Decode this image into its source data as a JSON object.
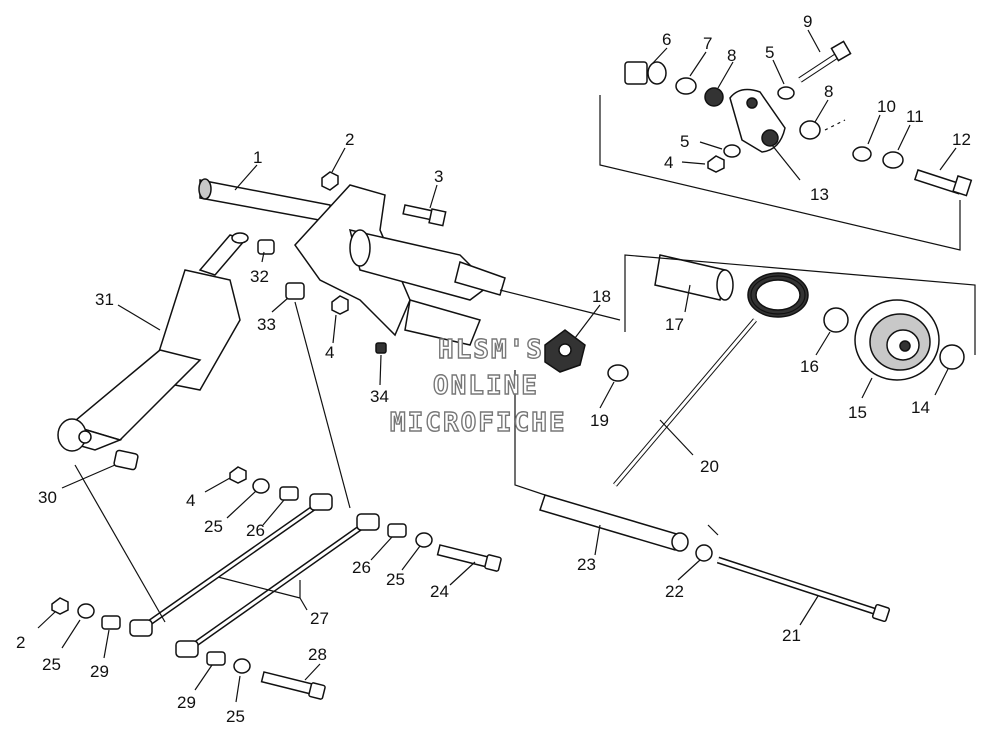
{
  "callouts": [
    {
      "id": "c1",
      "text": "1"
    },
    {
      "id": "c2a",
      "text": "2"
    },
    {
      "id": "c3",
      "text": "3"
    },
    {
      "id": "c4a",
      "text": "4"
    },
    {
      "id": "c5a",
      "text": "5"
    },
    {
      "id": "c6",
      "text": "6"
    },
    {
      "id": "c7",
      "text": "7"
    },
    {
      "id": "c8a",
      "text": "8"
    },
    {
      "id": "c9",
      "text": "9"
    },
    {
      "id": "c5b",
      "text": "5"
    },
    {
      "id": "c8b",
      "text": "8"
    },
    {
      "id": "c10",
      "text": "10"
    },
    {
      "id": "c11",
      "text": "11"
    },
    {
      "id": "c12",
      "text": "12"
    },
    {
      "id": "c13",
      "text": "13"
    },
    {
      "id": "c4b",
      "text": "4"
    },
    {
      "id": "c32",
      "text": "32"
    },
    {
      "id": "c31",
      "text": "31"
    },
    {
      "id": "c33",
      "text": "33"
    },
    {
      "id": "c4c",
      "text": "4"
    },
    {
      "id": "c34",
      "text": "34"
    },
    {
      "id": "c18",
      "text": "18"
    },
    {
      "id": "c17",
      "text": "17"
    },
    {
      "id": "c16",
      "text": "16"
    },
    {
      "id": "c15",
      "text": "15"
    },
    {
      "id": "c14",
      "text": "14"
    },
    {
      "id": "c19",
      "text": "19"
    },
    {
      "id": "c20",
      "text": "20"
    },
    {
      "id": "c30",
      "text": "30"
    },
    {
      "id": "c4d",
      "text": "4"
    },
    {
      "id": "c25a",
      "text": "25"
    },
    {
      "id": "c26a",
      "text": "26"
    },
    {
      "id": "c26b",
      "text": "26"
    },
    {
      "id": "c25b",
      "text": "25"
    },
    {
      "id": "c24",
      "text": "24"
    },
    {
      "id": "c23",
      "text": "23"
    },
    {
      "id": "c22",
      "text": "22"
    },
    {
      "id": "c21",
      "text": "21"
    },
    {
      "id": "c27",
      "text": "27"
    },
    {
      "id": "c2b",
      "text": "2"
    },
    {
      "id": "c25c",
      "text": "25"
    },
    {
      "id": "c29a",
      "text": "29"
    },
    {
      "id": "c28",
      "text": "28"
    },
    {
      "id": "c29b",
      "text": "29"
    },
    {
      "id": "c25d",
      "text": "25"
    }
  ],
  "watermark": {
    "line1": "HLSM'S",
    "line2": "ONLINE",
    "line3": "MICROFICHE"
  }
}
